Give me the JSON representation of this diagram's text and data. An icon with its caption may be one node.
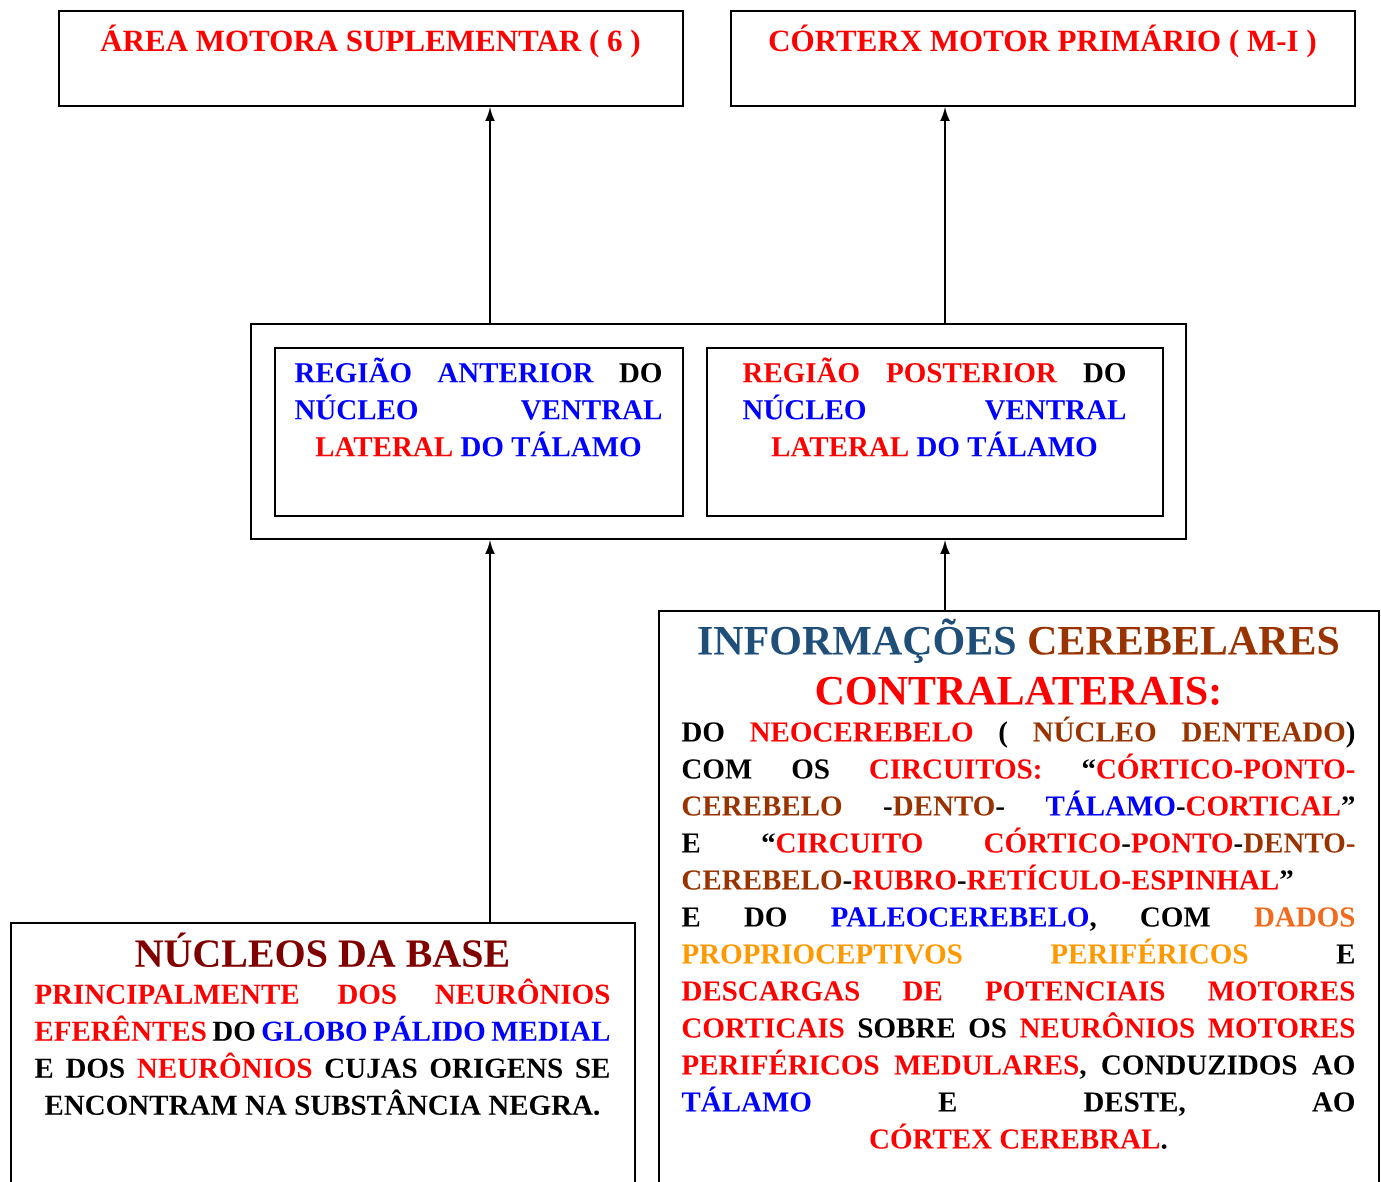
{
  "diagram": {
    "nodes": [
      {
        "text": [
          "ÁREA MOTORA SUPLEMENTAR ( 6 )"
        ]
      },
      {
        "text": [
          "CÓRTERX MOTOR PRIMÁRIO ( M-I )"
        ]
      },
      {
        "text": [],
        "shape": "box"
      },
      {
        "text": [
          "REGIÃO ANTERIOR",
          "DO",
          "NÚCLEO VENTRAL",
          "LATERAL",
          "DO TÁLAMO"
        ],
        "in": 2
      },
      {
        "text": [
          "REGIÃO POSTERIOR",
          "DO",
          "NÚCLEO VENTRAL",
          "LATERAL",
          "DO TÁLAMO"
        ],
        "in": 2
      },
      {
        "text": [
          "INFORMAÇÕES",
          "CEREBELARES",
          "CONTRALATERAIS:",
          "DO",
          "NEOCEREBELO",
          "(",
          "NÚCLEO DENTEADO",
          ")",
          "COM OS",
          "CIRCUITOS:",
          "“",
          "CÓRTICO-PONTO-",
          "CEREBELO",
          "-",
          "DENTO",
          "-",
          "TÁLAMO",
          "-",
          "CORTICAL",
          "”",
          "E",
          "“",
          "CIRCUITO CÓRTICO",
          "-",
          "PONTO",
          "-",
          "DENTO-CEREBELO",
          "-",
          "RUBRO",
          "-",
          "RETÍCULO-ESPINHAL",
          "”",
          "E DO",
          "PALEOCEREBELO",
          ", COM",
          "DADOS",
          "PROPRIOCEPTIVOS PERIFÉRICOS",
          "E",
          "DESCARGAS DE POTENCIAIS MOTORES CORTICAIS",
          "SOBRE OS",
          "NEURÔNIOS MOTORES PERIFÉRICOS MEDULARES",
          ", CONDUZIDOS AO",
          "TÁLAMO",
          "E DESTE, AO",
          "CÓRTEX CEREBRAL",
          "."
        ]
      },
      {
        "text": [
          "NÚCLEOS DA BASE",
          "PRINCIPALMENTE DOS NEURÔNIOS EFERÊNTES",
          "DO",
          "GLOBO PÁLIDO MEDIAL",
          "E DOS",
          "NEURÔNIOS",
          "CUJAS ORIGENS SE ENCONTRAM NA SUBSTÂNCIA NEGRA."
        ]
      }
    ],
    "edges": [
      {
        "from": 2,
        "to": 0,
        "arrow": "to"
      },
      {
        "from": 2,
        "to": 1,
        "arrow": "to"
      },
      {
        "from": 6,
        "to": 2,
        "arrow": "to"
      },
      {
        "from": 5,
        "to": 2,
        "arrow": "to"
      }
    ]
  }
}
